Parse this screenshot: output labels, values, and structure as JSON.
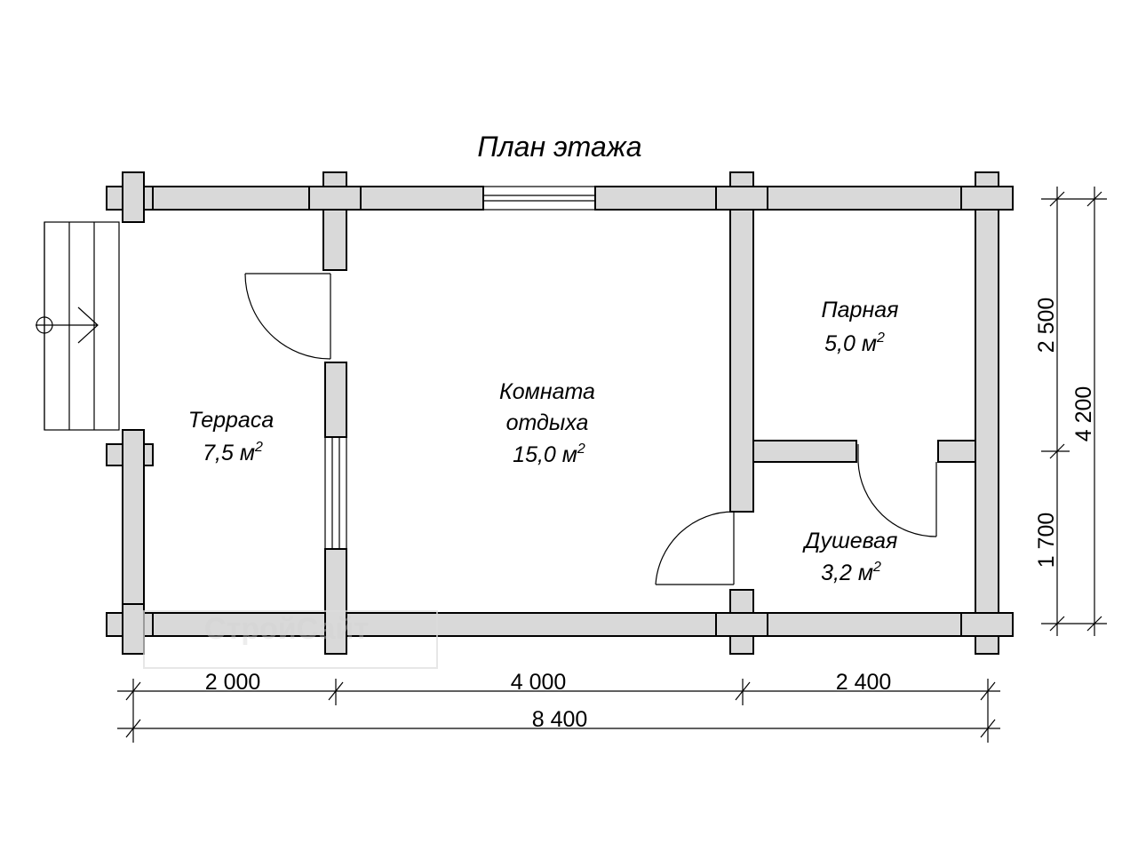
{
  "title": "План этажа",
  "rooms": {
    "terrace": {
      "name": "Терраса",
      "area": "7,5 м",
      "sup": "2"
    },
    "rest_room": {
      "name_line1": "Комната",
      "name_line2": "отдыха",
      "area": "15,0 м",
      "sup": "2"
    },
    "steam_room": {
      "name": "Парная",
      "area": "5,0 м",
      "sup": "2"
    },
    "shower": {
      "name": "Душевая",
      "area": "3,2 м",
      "sup": "2"
    }
  },
  "dimensions": {
    "bottom": [
      "2 000",
      "4 000",
      "2 400"
    ],
    "bottom_total": "8 400",
    "right": [
      "2 500",
      "1 700"
    ],
    "right_total": "4 200"
  },
  "watermark": "СтройСайт",
  "colors": {
    "wall_fill": "#d9d9d9",
    "line": "#000000"
  }
}
